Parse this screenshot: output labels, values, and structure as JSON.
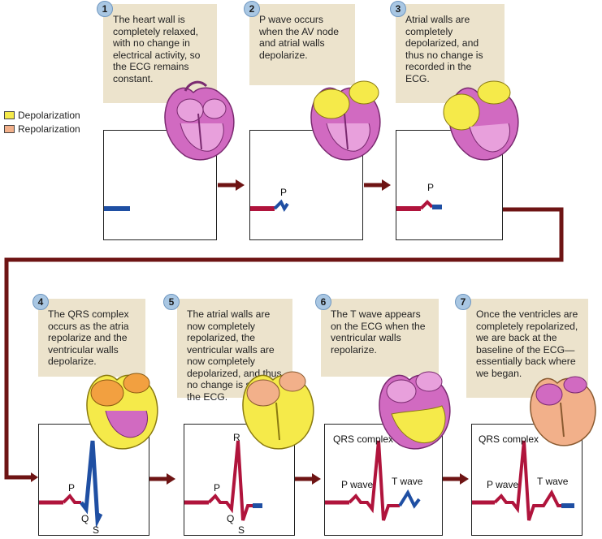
{
  "legend": {
    "depolarization": "Depolarization",
    "repolarization": "Repolarization",
    "depolarization_color": "#f5ea4a",
    "repolarization_color": "#f2b08a"
  },
  "colors": {
    "ecg_trace": "#b0143c",
    "ecg_active": "#1f4fa3",
    "arrow": "#6e1414",
    "note_bg": "#ece3cc",
    "heart_pink": "#d16ac1"
  },
  "steps": [
    {
      "number": "1",
      "text": "The heart  wall is completely relaxed, with no change in electrical activity, so the ECG remains constant."
    },
    {
      "number": "2",
      "text": "P wave occurs when the AV node and atrial walls depolarize."
    },
    {
      "number": "3",
      "text": "Atrial walls are completely depolarized, and thus no change is recorded in the ECG."
    },
    {
      "number": "4",
      "text": "The QRS complex occurs as the atria repolarize and the ventricular walls depolarize."
    },
    {
      "number": "5",
      "text": "The atrial walls are now completely repolarized, the ventricular walls are now completely depolarized, and thus no change is seen in the ECG."
    },
    {
      "number": "6",
      "text": "The T wave appears on the ECG when the ventricular walls repolarize."
    },
    {
      "number": "7",
      "text": "Once the ventricles are completely repolarized, we are back at the baseline of the ECG—essentially back where we began."
    }
  ],
  "ecg_labels": {
    "p": "P",
    "q": "Q",
    "r": "R",
    "s": "S",
    "qrs_complex": "QRS complex",
    "p_wave": "P wave",
    "t_wave": "T wave"
  }
}
